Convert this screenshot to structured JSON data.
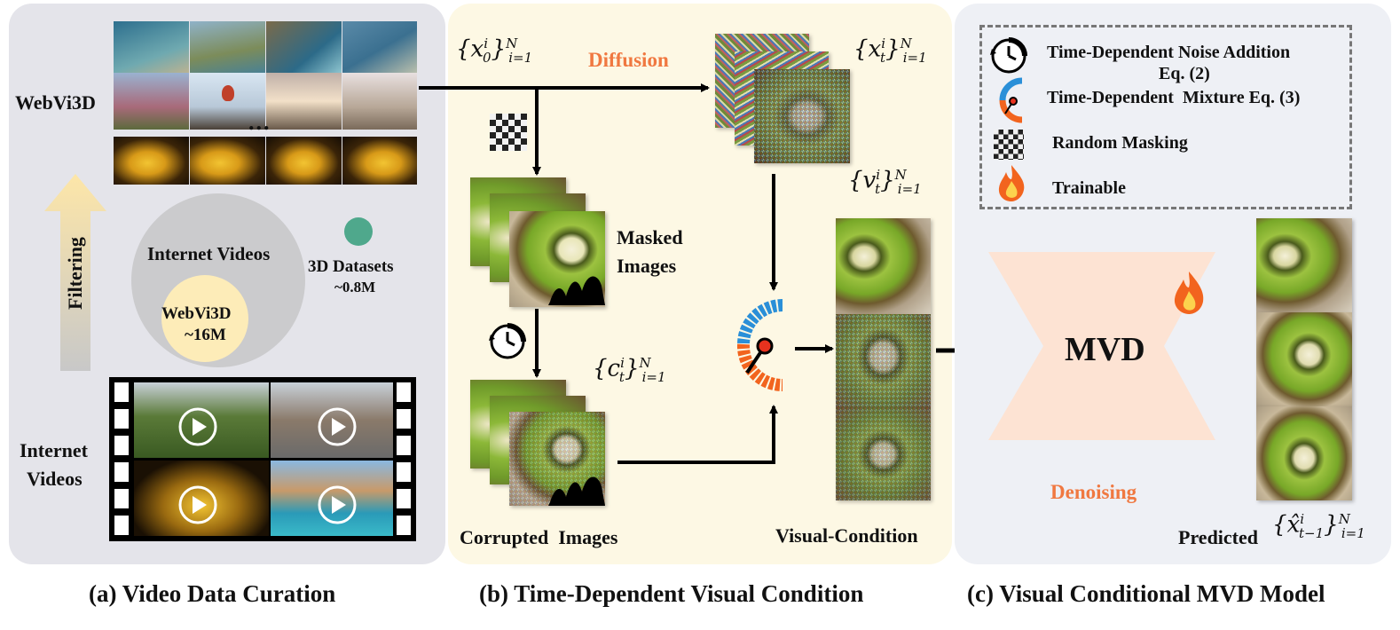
{
  "panel_a": {
    "webvi3d_label": "WebVi3D",
    "ellipsis": "...",
    "filtering": "Filtering",
    "internet_videos_circle": "Internet Videos",
    "webvi3d_circle_name": "WebVi3D",
    "webvi3d_circle_count": "~16M",
    "datasets_name": "3D Datasets",
    "datasets_count": "~0.8M",
    "internet_videos_label_1": "Internet",
    "internet_videos_label_2": "Videos",
    "caption": "(a) Video Data Curation"
  },
  "panel_b": {
    "x0_symbol": "x",
    "x0_sub": "0",
    "diffusion_label": "Diffusion",
    "xt_symbol": "x",
    "xt_sub": "t",
    "vt_symbol": "v",
    "vt_sub": "t",
    "ct_symbol": "c",
    "ct_sub": "t",
    "set_index_sup": "i",
    "set_range_sup": "N",
    "set_range_sub": "i=1",
    "masked_images_1": "Masked",
    "masked_images_2": "Images",
    "corrupted_images": "Corrupted  Images",
    "visual_condition": "Visual-Condition",
    "caption": "(b) Time-Dependent Visual Condition"
  },
  "panel_c": {
    "legend": [
      {
        "icon": "clock-icon",
        "text_1": "Time-Dependent Noise Addition",
        "text_2": "Eq. (2)"
      },
      {
        "icon": "gauge-icon",
        "text_1": "Time-Dependent  Mixture Eq. (3)"
      },
      {
        "icon": "mask-icon",
        "text_1": "Random Masking"
      },
      {
        "icon": "flame-icon",
        "text_1": "Trainable"
      }
    ],
    "mvd_label": "MVD",
    "denoising_label": "Denoising",
    "predicted_label": "Predicted",
    "pred_symbol": "x̂",
    "pred_sub": "t−1",
    "caption": "(c) Visual Conditional MVD Model"
  },
  "colors": {
    "panel_a_bg": "#e4e4ea",
    "panel_b_bg": "#fdf8e4",
    "panel_c_bg": "#eef0f5",
    "accent_orange": "#f07840",
    "mvd_fill": "#fde3d3",
    "gauge_blue": "#2a8fd8",
    "gauge_orange": "#f2641e",
    "datasets_dot": "#4fa88c"
  }
}
